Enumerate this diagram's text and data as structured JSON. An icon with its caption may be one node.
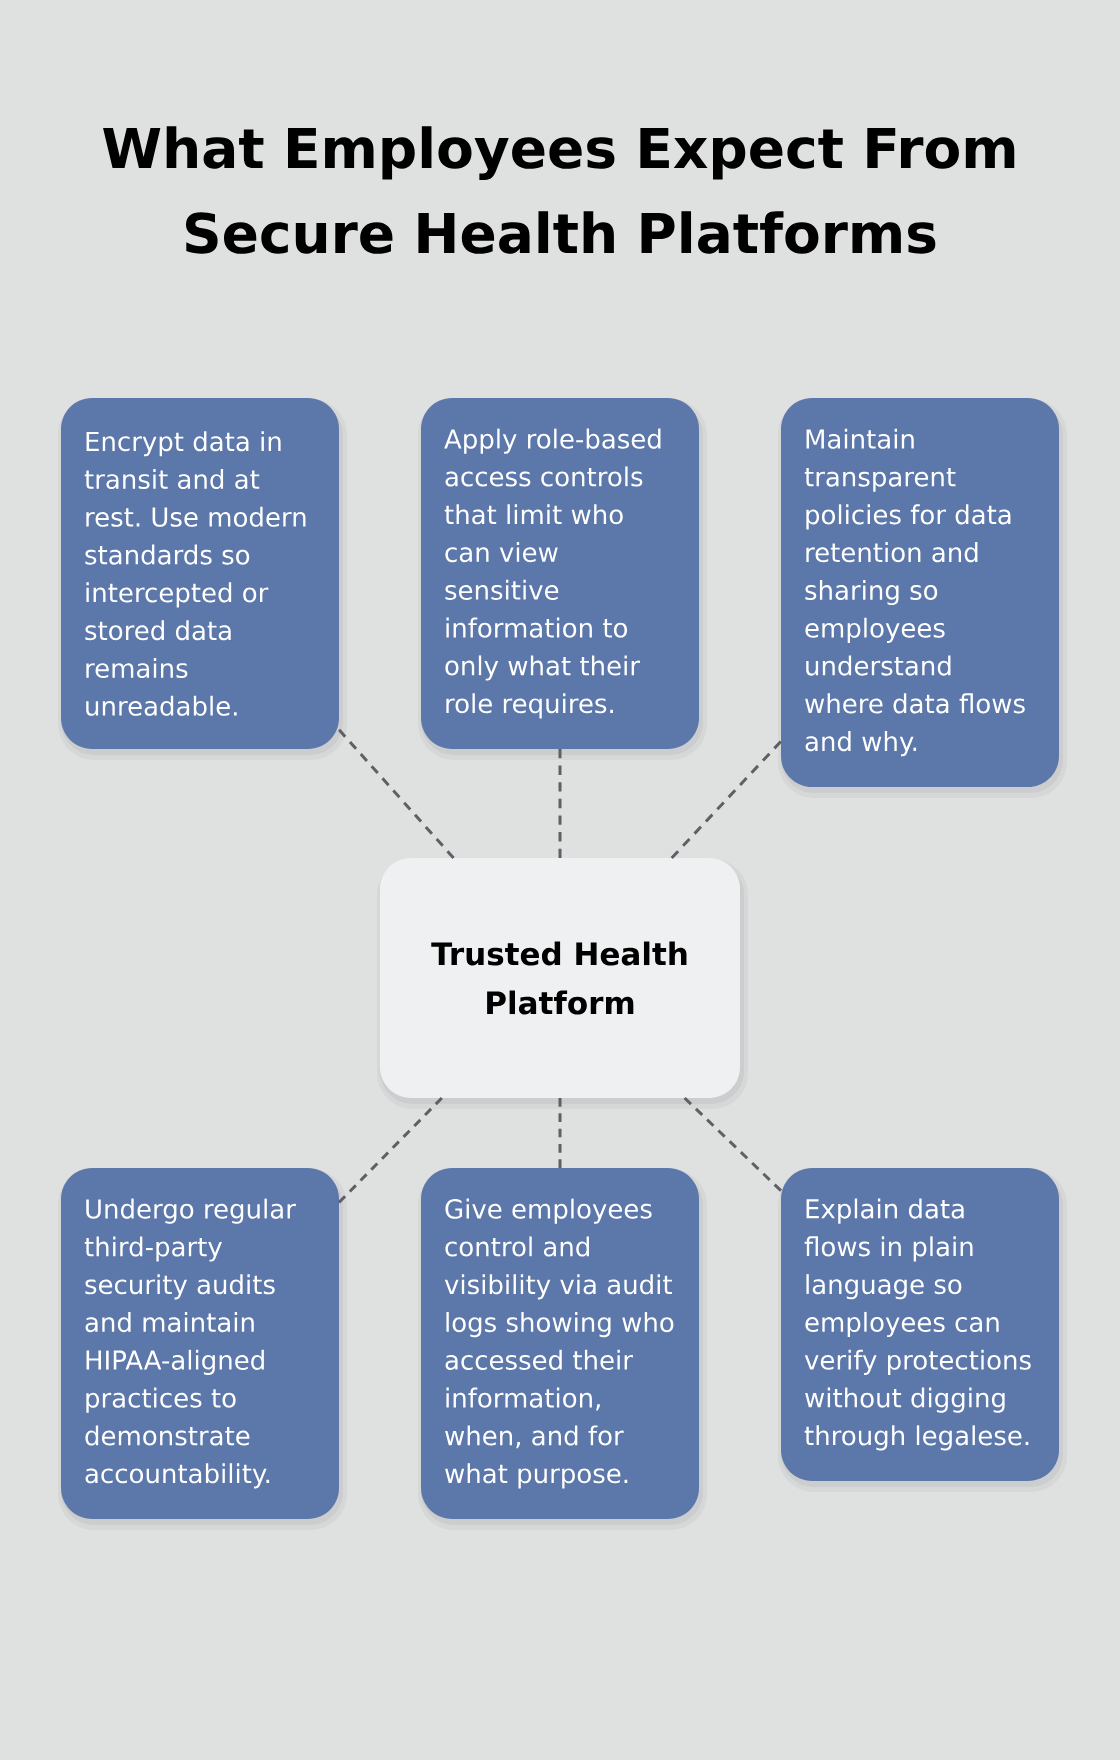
{
  "diagram": {
    "title": "What Employees Expect From Secure Health Platforms",
    "nodes": [
      {
        "text": [
          "Encrypt data in transit and at rest. Use modern standards so intercepted or stored data remains unreadable."
        ]
      },
      {
        "text": [
          "Apply role-based access controls that limit who can view sensitive information to only what their role requires."
        ]
      },
      {
        "text": [
          "Maintain transparent policies for data retention and sharing so employees understand where data flows and why."
        ]
      },
      {
        "text": [
          "Trusted Health Platform"
        ]
      },
      {
        "text": [
          "Undergo regular third-party security audits and maintain HIPAA-aligned practices to demonstrate accountability."
        ]
      },
      {
        "text": [
          "Give employees control and visibility via audit logs showing who accessed their information, when, and for what purpose."
        ]
      },
      {
        "text": [
          "Explain data flows in plain language so employees can verify protections without digging through legalese."
        ]
      }
    ],
    "edges": [
      {
        "from": 3,
        "to": 0,
        "arrow": "none",
        "style": "dashed"
      },
      {
        "from": 3,
        "to": 1,
        "arrow": "none",
        "style": "dashed"
      },
      {
        "from": 3,
        "to": 2,
        "arrow": "none",
        "style": "dashed"
      },
      {
        "from": 3,
        "to": 4,
        "arrow": "none",
        "style": "dashed"
      },
      {
        "from": 3,
        "to": 5,
        "arrow": "none",
        "style": "dashed"
      },
      {
        "from": 3,
        "to": 6,
        "arrow": "none",
        "style": "dashed"
      }
    ]
  }
}
